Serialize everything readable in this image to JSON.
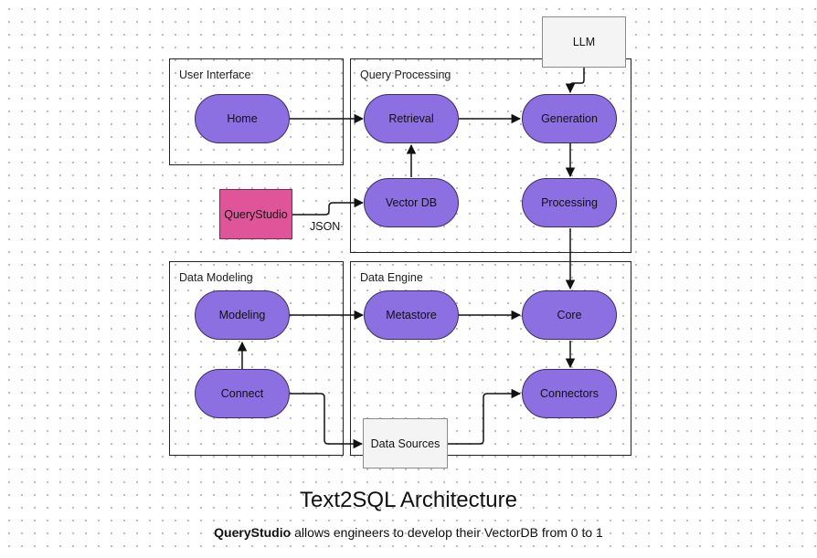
{
  "groups": {
    "user_interface": "User Interface",
    "query_processing": "Query Processing",
    "data_modeling": "Data Modeling",
    "data_engine": "Data Engine"
  },
  "nodes": {
    "home": "Home",
    "retrieval": "Retrieval",
    "generation": "Generation",
    "vector_db": "Vector DB",
    "processing": "Processing",
    "query_studio": "QueryStudio",
    "llm": "LLM",
    "modeling": "Modeling",
    "connect": "Connect",
    "metastore": "Metastore",
    "core": "Core",
    "connectors": "Connectors",
    "data_sources": "Data Sources"
  },
  "edge_labels": {
    "json": "JSON"
  },
  "footer": {
    "title": "Text2SQL Architecture",
    "subtitle_bold": "QueryStudio",
    "subtitle_rest": " allows engineers to develop their VectorDB from 0 to 1"
  },
  "colors": {
    "node_fill": "#8c6fe0",
    "query_studio_fill": "#e0559a",
    "plain_box_fill": "#f4f4f4",
    "edge": "#111111"
  }
}
